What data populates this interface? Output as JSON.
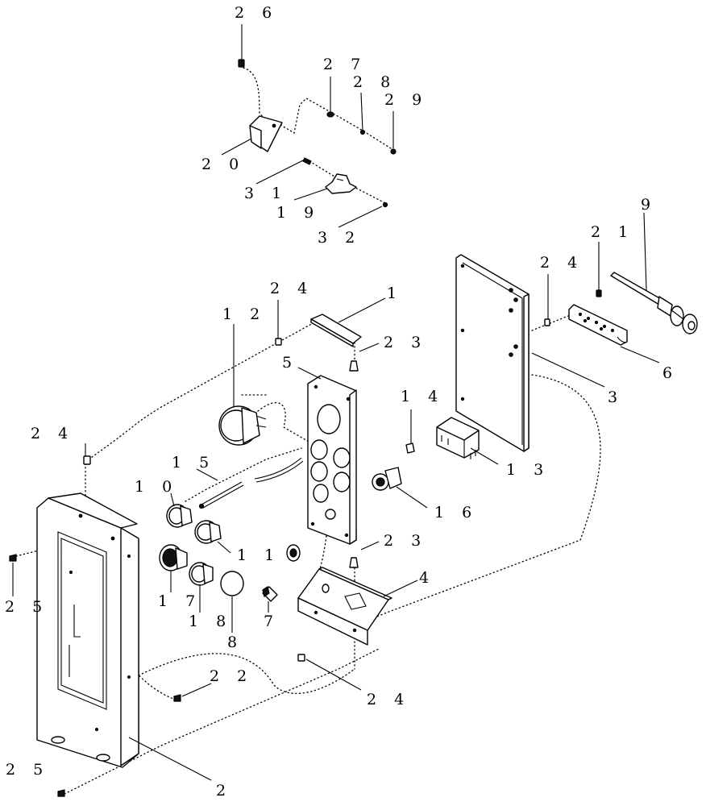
{
  "callouts": [
    {
      "id": "26",
      "text": "2 6"
    },
    {
      "id": "27",
      "text": "2 7"
    },
    {
      "id": "28",
      "text": "2 8"
    },
    {
      "id": "29",
      "text": "2 9"
    },
    {
      "id": "20",
      "text": "2 0"
    },
    {
      "id": "31",
      "text": "3 1"
    },
    {
      "id": "19",
      "text": "1 9"
    },
    {
      "id": "32",
      "text": "3 2"
    },
    {
      "id": "9",
      "text": "9"
    },
    {
      "id": "21",
      "text": "2 1"
    },
    {
      "id": "24a",
      "text": "2 4"
    },
    {
      "id": "6",
      "text": "6"
    },
    {
      "id": "3",
      "text": "3"
    },
    {
      "id": "12",
      "text": "1 2"
    },
    {
      "id": "24b",
      "text": "2 4"
    },
    {
      "id": "1",
      "text": "1"
    },
    {
      "id": "23a",
      "text": "2 3"
    },
    {
      "id": "5",
      "text": "5"
    },
    {
      "id": "14",
      "text": "1 4"
    },
    {
      "id": "13",
      "text": "1 3"
    },
    {
      "id": "24c",
      "text": "2 4"
    },
    {
      "id": "15",
      "text": "1 5"
    },
    {
      "id": "10",
      "text": "1 0"
    },
    {
      "id": "16",
      "text": "1 6"
    },
    {
      "id": "11",
      "text": "1 1"
    },
    {
      "id": "23b",
      "text": "2 3"
    },
    {
      "id": "4",
      "text": "4"
    },
    {
      "id": "25a",
      "text": "2 5"
    },
    {
      "id": "17",
      "text": "1 7"
    },
    {
      "id": "18",
      "text": "1 8"
    },
    {
      "id": "8",
      "text": "8"
    },
    {
      "id": "7",
      "text": "7"
    },
    {
      "id": "22",
      "text": "2 2"
    },
    {
      "id": "24d",
      "text": "2 4"
    },
    {
      "id": "25b",
      "text": "2 5"
    },
    {
      "id": "2",
      "text": "2"
    }
  ]
}
